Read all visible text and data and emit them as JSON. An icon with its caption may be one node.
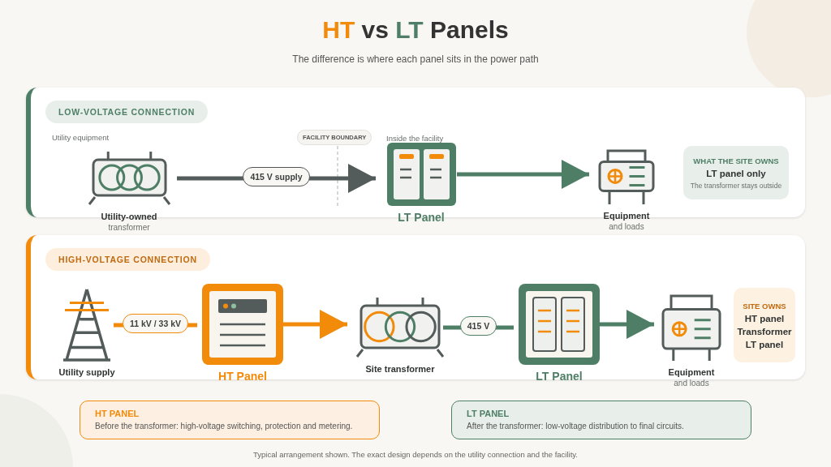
{
  "diagram": {
    "title": "HT vs LT Panels",
    "caption": "The difference is where each panel sits in the power path",
    "nodes": [
      {
        "text": [
          "LOW-VOLTAGE CONNECTION"
        ]
      },
      {
        "text": [
          "Utility-owned",
          "transformer"
        ],
        "beside": [
          "Utility equipment"
        ],
        "in": 0
      },
      {
        "text": [
          "LT Panel"
        ],
        "beside": [
          "Inside the facility"
        ],
        "in": 0
      },
      {
        "text": [
          "Equipment",
          "and loads"
        ],
        "in": 0
      },
      {
        "text": [
          "WHAT THE SITE OWNS",
          "LT panel only",
          "The transformer stays outside"
        ],
        "in": 0
      },
      {
        "text": [
          "HIGH-VOLTAGE CONNECTION"
        ]
      },
      {
        "text": [
          "Utility supply"
        ],
        "in": 5
      },
      {
        "text": [
          "HT Panel"
        ],
        "in": 5
      },
      {
        "text": [
          "Site transformer"
        ],
        "in": 5
      },
      {
        "text": [
          "LT Panel"
        ],
        "in": 5
      },
      {
        "text": [
          "Equipment",
          "and loads"
        ],
        "in": 5
      },
      {
        "text": [
          "SITE OWNS",
          "HT panel",
          "Transformer",
          "LT panel"
        ],
        "in": 5
      },
      {
        "text": [
          "HT PANEL",
          "Before the transformer: high-voltage switching, protection and metering."
        ]
      },
      {
        "text": [
          "LT PANEL",
          "After the transformer: low-voltage distribution to final circuits."
        ]
      }
    ],
    "edges": [
      {
        "from": 1,
        "to": 2,
        "arrow": "to",
        "label": "415 V supply"
      },
      {
        "from": 2,
        "to": 3,
        "arrow": "to",
        "color": "#4e7f66"
      },
      {
        "from": 6,
        "to": 7,
        "arrow": "none",
        "label": "11 kV / 33 kV",
        "color": "#f28a0a"
      },
      {
        "from": 7,
        "to": 8,
        "arrow": "to",
        "color": "#f28a0a"
      },
      {
        "from": 8,
        "to": 9,
        "arrow": "none",
        "label": "415 V",
        "color": "#4e7f66"
      },
      {
        "from": 9,
        "to": 10,
        "arrow": "to",
        "color": "#4e7f66"
      }
    ],
    "labels": [
      "FACILITY BOUNDARY",
      "Typical arrangement shown. The exact design depends on the utility connection and the facility."
    ]
  }
}
